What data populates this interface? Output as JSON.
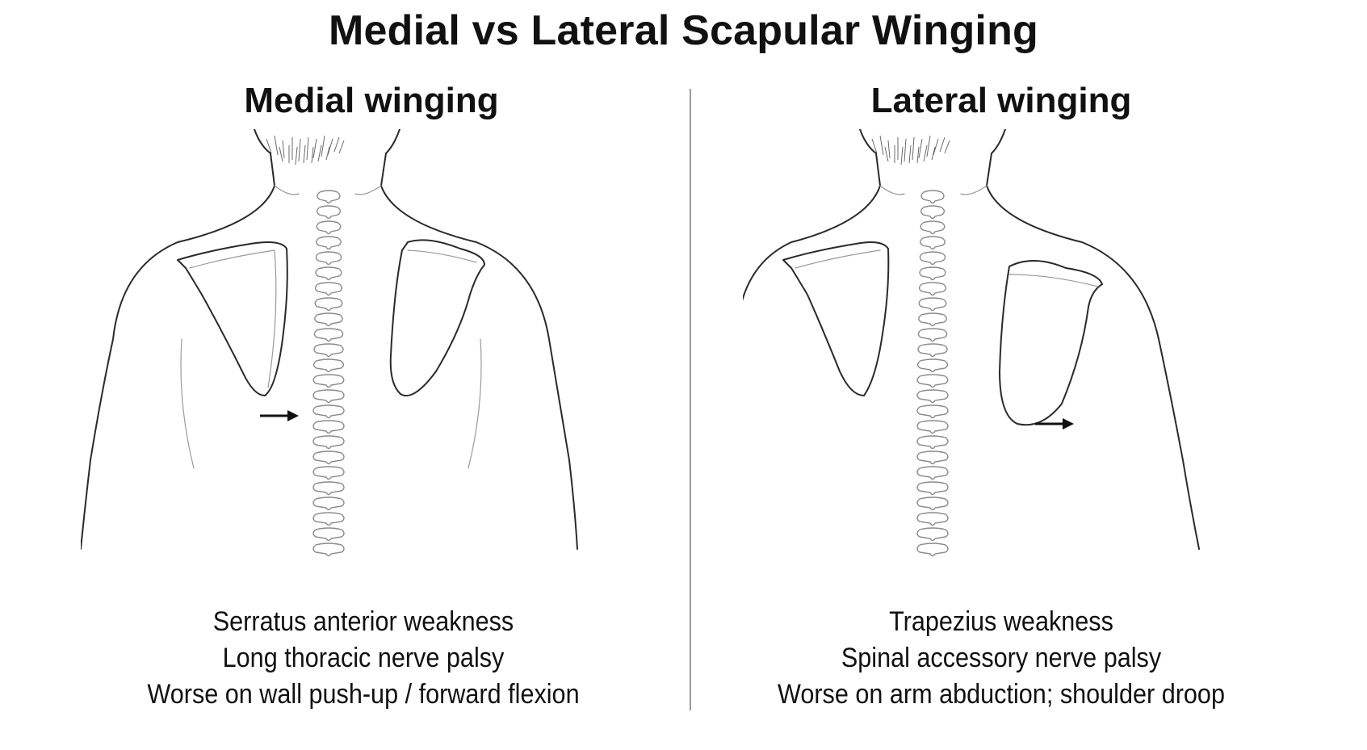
{
  "title": "Medial vs Lateral Scapular Winging",
  "panels": [
    {
      "heading": "Medial winging",
      "captions": [
        "Serratus anterior weakness",
        "Long thoracic nerve palsy",
        "Worse on wall push-up / forward flexion"
      ]
    },
    {
      "heading": "Lateral winging",
      "captions": [
        "Trapezius weakness",
        "Spinal accessory nerve palsy",
        "Worse on arm abduction; shoulder droop"
      ]
    }
  ],
  "colors": {
    "line": "#2a2a2a",
    "divider": "#9a9a9a",
    "spine": "#8a8a8a"
  }
}
